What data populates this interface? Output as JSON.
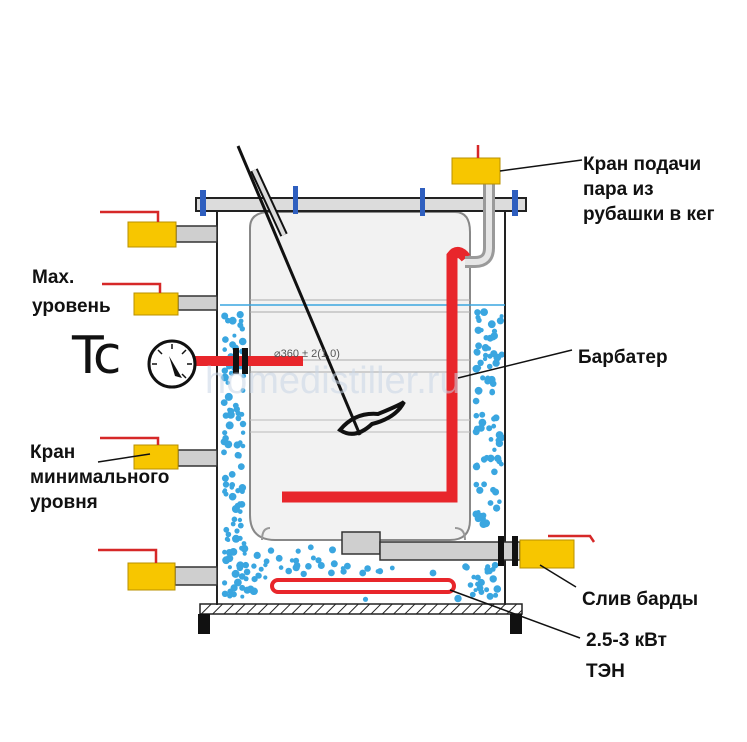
{
  "labels": {
    "steam_valve": [
      "Кран подачи",
      "пара из",
      "рубашки в кег"
    ],
    "max_level": [
      "Max.",
      "уровень"
    ],
    "thermometer": "Tc",
    "bubbler": "Барбатер",
    "min_level_valve": [
      "Кран",
      "минимального",
      "уровня"
    ],
    "drain": "Слив барды",
    "heater": [
      "2.5-3 кВт",
      "ТЭН"
    ],
    "keg_dimension": "⌀360 ± 2(1.0)",
    "watermark": "homedistiller.ru"
  },
  "colors": {
    "valve_yellow": "#f7c600",
    "handle_red": "#d62828",
    "bubbler_red": "#e8262b",
    "water_blue": "#3aa6e0",
    "pipe_gray": "#9a9a9a",
    "bolt_blue": "#2f5fbf"
  },
  "icons": {
    "thermometer": "dial-thermometer-icon",
    "valve": "ball-valve-icon",
    "stirrer": "mixer-icon"
  }
}
